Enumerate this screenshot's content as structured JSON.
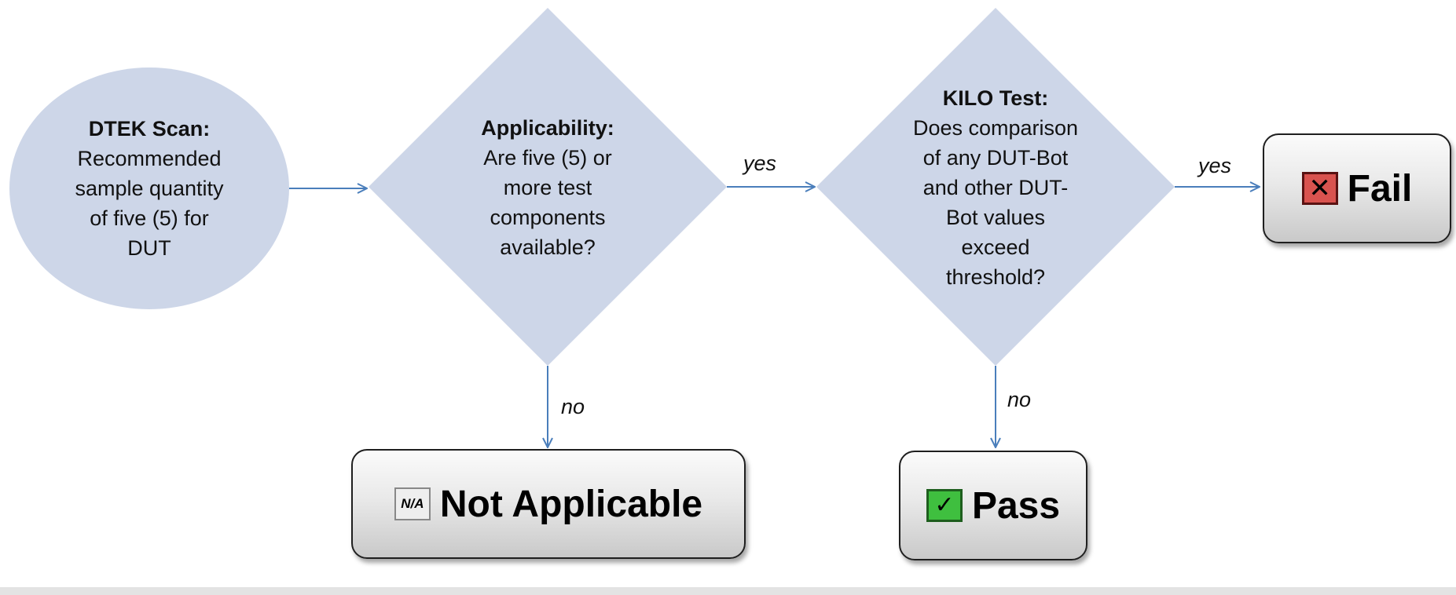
{
  "colors": {
    "shape_fill": "#cdd6e8",
    "arrow": "#4a7ebb",
    "fail_badge": "#d9534f",
    "pass_badge": "#3fbf3f",
    "box_border": "#1f1f1f"
  },
  "nodes": {
    "start": {
      "title": "DTEK Scan:",
      "lines": [
        "Recommended",
        "sample quantity",
        "of five (5) for",
        "DUT"
      ]
    },
    "applicability": {
      "title": "Applicability:",
      "lines": [
        "Are five (5) or",
        "more test",
        "components",
        "available?"
      ]
    },
    "kilo": {
      "title": "KILO Test:",
      "lines": [
        "Does comparison",
        "of any DUT-Bot",
        "and other DUT-",
        "Bot values",
        "exceed",
        "threshold?"
      ]
    }
  },
  "edges": {
    "applicability_yes": "yes",
    "applicability_no": "no",
    "kilo_yes": "yes",
    "kilo_no": "no"
  },
  "results": {
    "fail": {
      "label": "Fail",
      "icon": "x-mark-icon",
      "glyph": "✕"
    },
    "not_applicable": {
      "label": "Not Applicable",
      "icon": "na-icon",
      "glyph": "N/A"
    },
    "pass": {
      "label": "Pass",
      "icon": "checkmark-icon",
      "glyph": "✓"
    }
  }
}
